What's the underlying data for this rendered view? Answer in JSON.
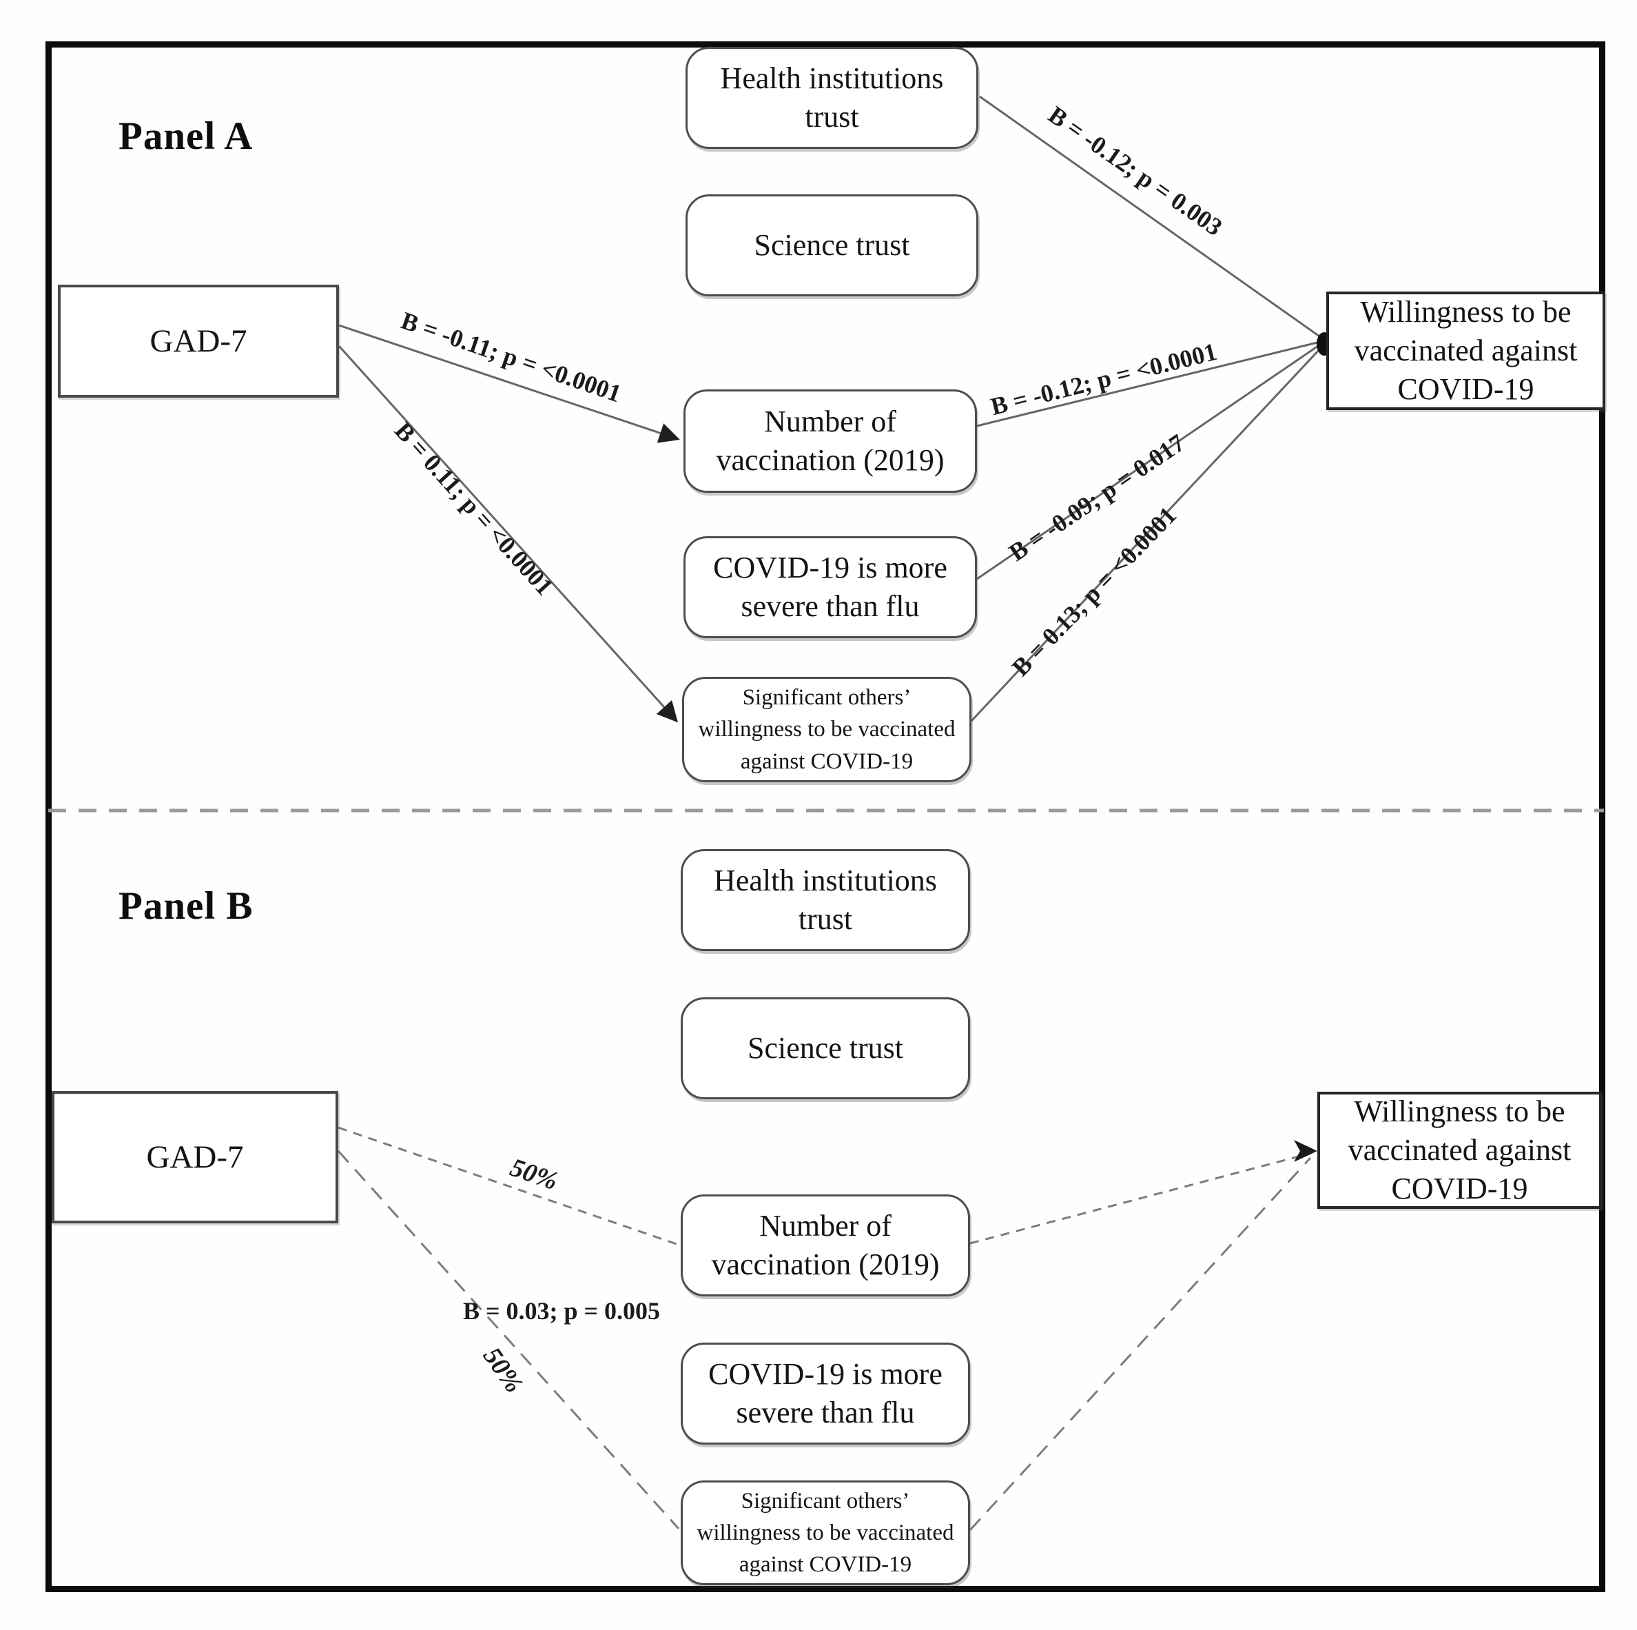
{
  "figure": {
    "panel_a": {
      "label": "Panel A",
      "nodes": {
        "health_trust": "Health institutions\ntrust",
        "science_trust": "Science trust",
        "gad7": "GAD-7",
        "willingness": "Willingness to be\nvaccinated against\nCOVID-19",
        "num_vaccination": "Number of\nvaccination (2019)",
        "covid_severe": "COVID-19 is more\nsevere than flu",
        "sig_others": "Significant others’\nwillingness to be vaccinated\nagainst COVID-19"
      },
      "edge_labels": {
        "health_trust_to_willingness": "B = -0.12; p = 0.003",
        "gad7_to_num_vaccination": "B = -0.11; p = <0.0001",
        "gad7_to_sig_others": "B = 0.11; p = <0.0001",
        "num_vaccination_to_willingness": "B = -0.12; p = <0.0001",
        "covid_severe_to_willingness": "B = -0.09; p = 0.017",
        "sig_others_to_willingness": "B = 0.13; p = <0.0001"
      }
    },
    "panel_b": {
      "label": "Panel B",
      "nodes": {
        "health_trust": "Health institutions\ntrust",
        "science_trust": "Science trust",
        "gad7": "GAD-7",
        "willingness": "Willingness to be\nvaccinated against\nCOVID-19",
        "num_vaccination": "Number of\nvaccination (2019)",
        "covid_severe": "COVID-19 is more\nsevere than flu",
        "sig_others": "Significant others’\nwillingness to be vaccinated\nagainst COVID-19"
      },
      "edge_labels": {
        "gad7_to_num_vaccination": "50%",
        "gad7_mediated": "B = 0.03; p = 0.005",
        "gad7_to_sig_others": "50%"
      }
    }
  }
}
